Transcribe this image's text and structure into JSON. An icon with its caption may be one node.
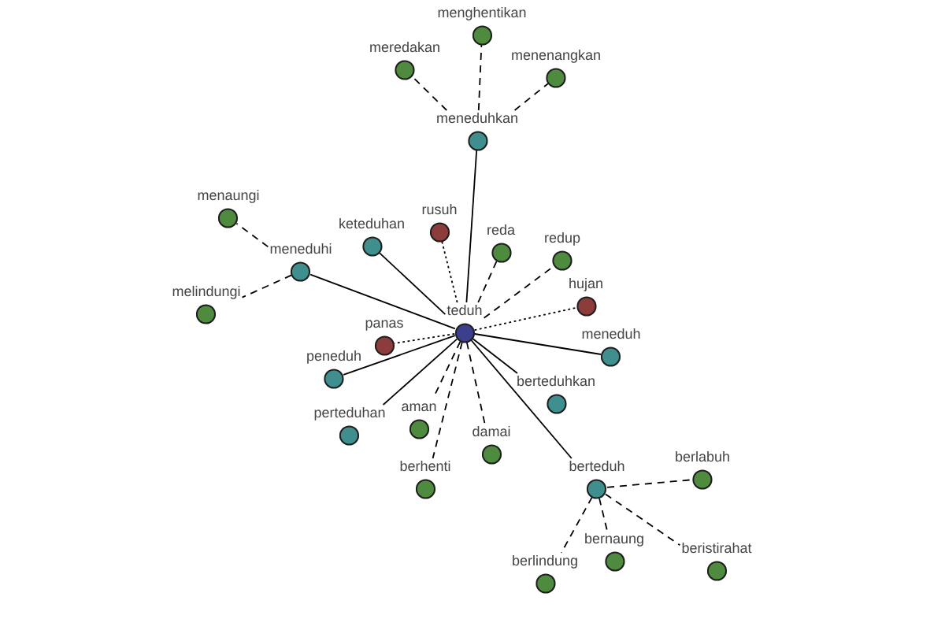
{
  "diagram": {
    "nodes": [
      {
        "text": [
          "menghentikan"
        ]
      },
      {
        "text": [
          "meredakan"
        ]
      },
      {
        "text": [
          "menenangkan"
        ]
      },
      {
        "text": [
          "meneduhkan"
        ]
      },
      {
        "text": [
          "menaungi"
        ]
      },
      {
        "text": [
          "rusuh"
        ]
      },
      {
        "text": [
          "keteduhan"
        ]
      },
      {
        "text": [
          "reda"
        ]
      },
      {
        "text": [
          "redup"
        ]
      },
      {
        "text": [
          "meneduhi"
        ]
      },
      {
        "text": [
          "hujan"
        ]
      },
      {
        "text": [
          "teduh"
        ]
      },
      {
        "text": [
          "melindungi"
        ]
      },
      {
        "text": [
          "panas"
        ]
      },
      {
        "text": [
          "meneduh"
        ]
      },
      {
        "text": [
          "peneduh"
        ]
      },
      {
        "text": [
          "berteduhkan"
        ]
      },
      {
        "text": [
          "aman"
        ]
      },
      {
        "text": [
          "perteduhan"
        ]
      },
      {
        "text": [
          "damai"
        ]
      },
      {
        "text": [
          "berlabuh"
        ]
      },
      {
        "text": [
          "berhenti"
        ]
      },
      {
        "text": [
          "berteduh"
        ]
      },
      {
        "text": [
          "bernaung"
        ]
      },
      {
        "text": [
          "beristirahat"
        ]
      },
      {
        "text": [
          "berlindung"
        ]
      }
    ],
    "edges": [
      {
        "from": 11,
        "to": 3,
        "arrow": "none"
      },
      {
        "from": 3,
        "to": 0,
        "arrow": "none",
        "style": "dashed"
      },
      {
        "from": 3,
        "to": 1,
        "arrow": "none",
        "style": "dashed"
      },
      {
        "from": 3,
        "to": 2,
        "arrow": "none",
        "style": "dashed"
      },
      {
        "from": 11,
        "to": 9,
        "arrow": "none"
      },
      {
        "from": 9,
        "to": 4,
        "arrow": "none",
        "style": "dashed"
      },
      {
        "from": 9,
        "to": 12,
        "arrow": "none",
        "style": "dashed"
      },
      {
        "from": 11,
        "to": 6,
        "arrow": "none"
      },
      {
        "from": 11,
        "to": 5,
        "arrow": "none",
        "style": "dashed"
      },
      {
        "from": 11,
        "to": 7,
        "arrow": "none",
        "style": "dashed"
      },
      {
        "from": 11,
        "to": 8,
        "arrow": "none",
        "style": "dashed"
      },
      {
        "from": 11,
        "to": 13,
        "arrow": "none",
        "style": "dashed"
      },
      {
        "from": 11,
        "to": 10,
        "arrow": "none",
        "style": "dashed"
      },
      {
        "from": 11,
        "to": 15,
        "arrow": "none"
      },
      {
        "from": 11,
        "to": 18,
        "arrow": "none"
      },
      {
        "from": 11,
        "to": 17,
        "arrow": "none",
        "style": "dashed"
      },
      {
        "from": 11,
        "to": 19,
        "arrow": "none",
        "style": "dashed"
      },
      {
        "from": 11,
        "to": 21,
        "arrow": "none",
        "style": "dashed"
      },
      {
        "from": 11,
        "to": 16,
        "arrow": "none"
      },
      {
        "from": 11,
        "to": 14,
        "arrow": "none"
      },
      {
        "from": 11,
        "to": 22,
        "arrow": "none"
      },
      {
        "from": 22,
        "to": 20,
        "arrow": "none",
        "style": "dashed"
      },
      {
        "from": 22,
        "to": 25,
        "arrow": "none",
        "style": "dashed"
      },
      {
        "from": 22,
        "to": 23,
        "arrow": "none",
        "style": "dashed"
      },
      {
        "from": 22,
        "to": 24,
        "arrow": "none",
        "style": "dashed"
      }
    ]
  }
}
